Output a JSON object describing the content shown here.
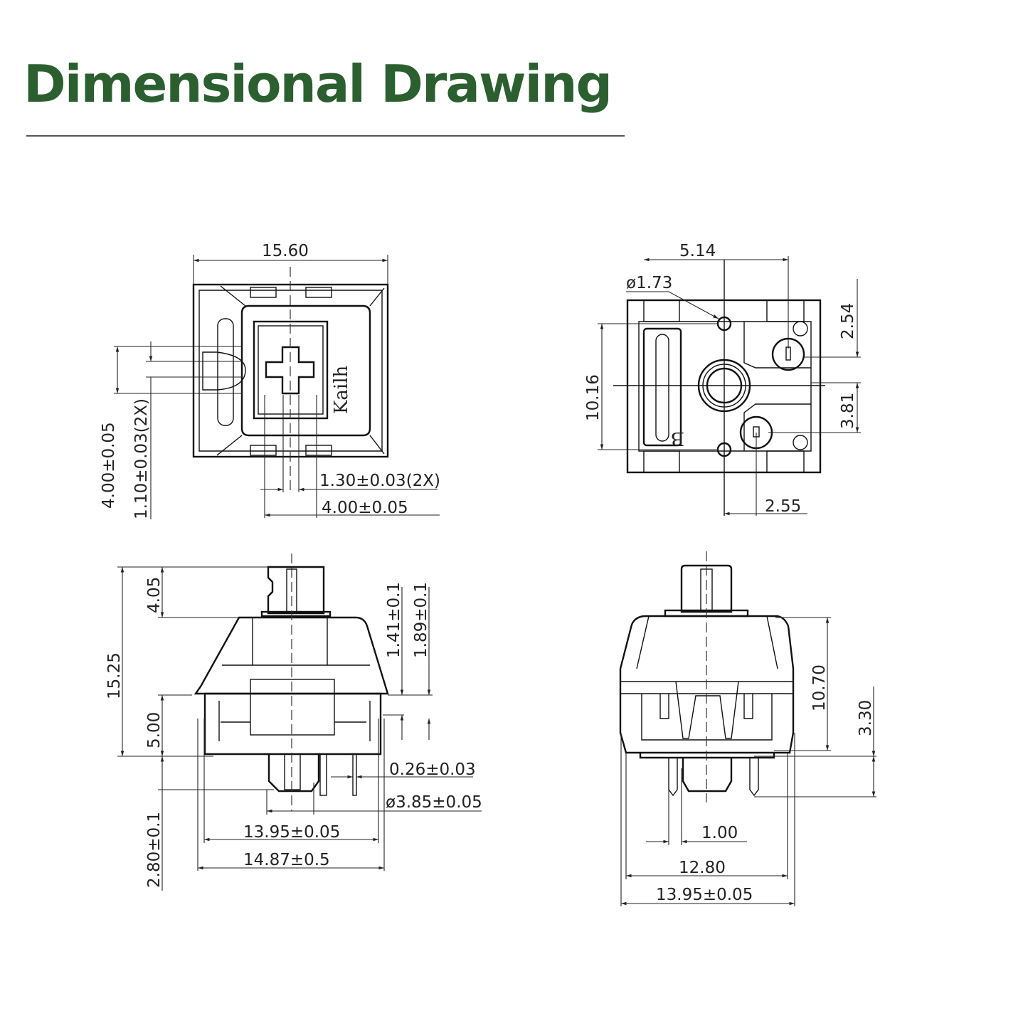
{
  "title": "Dimensional Drawing",
  "colors": {
    "title": "#2b5f2f",
    "line": "#111111",
    "background": "#ffffff"
  },
  "top_view": {
    "brand": "Kailh",
    "width": "15.60",
    "left_outer": "4.00±0.05",
    "left_inner": "1.10±0.03(2X)",
    "bottom_inner": "1.30±0.03(2X)",
    "bottom_outer": "4.00±0.05"
  },
  "bottom_view": {
    "mark": "B",
    "pin_offset_x": "5.14",
    "hole_diameter": "ø1.73",
    "pin1_offset_y": "2.54",
    "pin2_offset_y": "3.81",
    "peg_spacing": "10.16",
    "pin2_offset_x": "2.55"
  },
  "front_view": {
    "total_height": "15.25",
    "stem_height": "4.05",
    "bottom_height": "5.00",
    "pin_length": "2.80±0.1",
    "clip_1": "1.41±0.1",
    "clip_2": "1.89±0.1",
    "pin_width": "0.26±0.03",
    "post_diameter": "ø3.85±0.05",
    "plate_width": "13.95±0.05",
    "clip_width": "14.87±0.5"
  },
  "side_view": {
    "housing_height": "10.70",
    "pin_height": "3.30",
    "pin_gap": "1.00",
    "base_width": "12.80",
    "plate_width": "13.95±0.05"
  }
}
